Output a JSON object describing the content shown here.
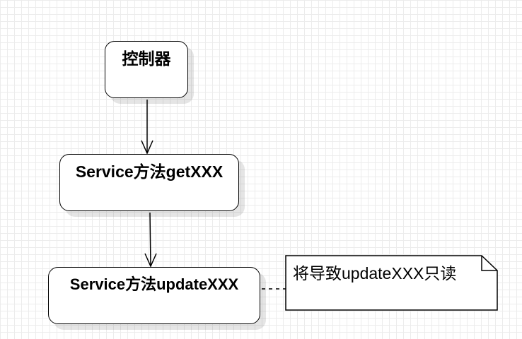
{
  "diagram": {
    "nodes": {
      "controller": {
        "label": "控制器"
      },
      "service_get": {
        "label": "Service方法getXXX"
      },
      "service_update": {
        "label": "Service方法updateXXX"
      }
    },
    "note": {
      "text": "将导致updateXXX只读"
    },
    "edges": [
      {
        "from": "controller",
        "to": "service_get",
        "style": "solid-arrow"
      },
      {
        "from": "service_get",
        "to": "service_update",
        "style": "solid-arrow"
      },
      {
        "from": "service_update",
        "to": "note",
        "style": "dashed"
      }
    ],
    "colors": {
      "stroke": "#000000",
      "fill": "#ffffff",
      "grid": "#ececec"
    }
  }
}
